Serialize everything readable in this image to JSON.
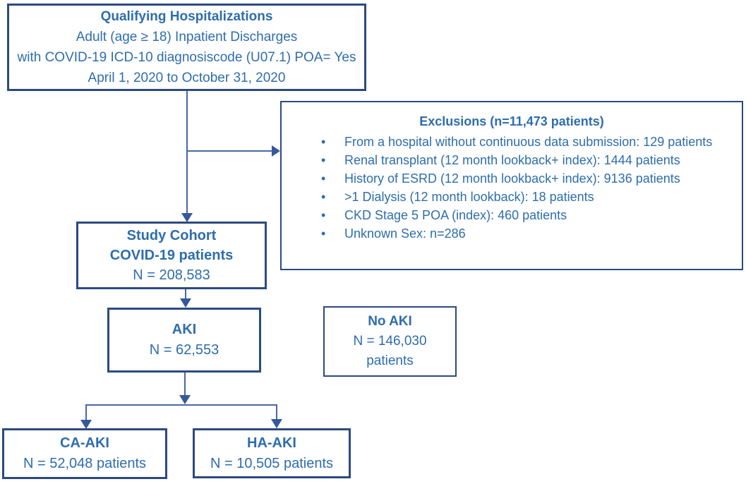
{
  "boxes": {
    "qualifying": {
      "title": "Qualifying Hospitalizations",
      "lines": [
        "Adult (age ≥ 18) Inpatient Discharges",
        "with COVID-19 ICD-10 diagnosiscode (U07.1) POA= Yes",
        "April 1, 2020 to October 31, 2020"
      ]
    },
    "exclusions": {
      "title": "Exclusions (n=11,473 patients)",
      "bullets": [
        "From a hospital without continuous data submission: 129 patients",
        "Renal transplant (12 month lookback+ index): 1444 patients",
        "History of ESRD (12 month lookback+ index): 9136 patients",
        ">1 Dialysis (12 month lookback): 18 patients",
        "CKD Stage 5 POA (index): 460 patients",
        "Unknown Sex: n=286"
      ]
    },
    "study_cohort": {
      "title_line1": "Study Cohort",
      "title_line2": "COVID-19 patients",
      "n": "N = 208,583"
    },
    "aki": {
      "title": "AKI",
      "n": "N = 62,553"
    },
    "no_aki": {
      "title": "No AKI",
      "n": "N = 146,030",
      "suffix": "patients"
    },
    "ca_aki": {
      "title": "CA-AKI",
      "n": "N = 52,048 patients"
    },
    "ha_aki": {
      "title": "HA-AKI",
      "n": "N = 10,505 patients"
    }
  },
  "colors": {
    "box_border": "#2c4a80",
    "text": "#2e6dae",
    "connector_line": "#4767a9",
    "arrowhead": "#35589c"
  }
}
